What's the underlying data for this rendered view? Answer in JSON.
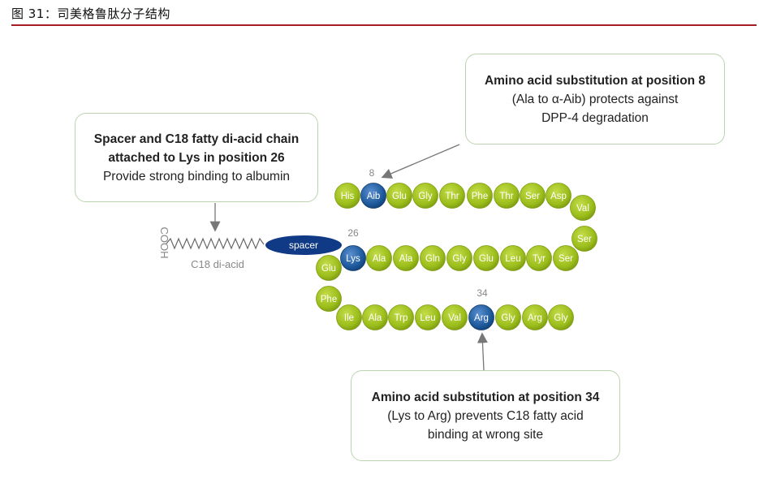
{
  "caption": "图 31：司美格鲁肽分子结构",
  "callouts": {
    "lys26": {
      "title_line1": "Spacer and C18 fatty di-acid chain",
      "title_line2": "attached to Lys in position 26",
      "body": "Provide strong binding to albumin"
    },
    "pos8": {
      "title": "Amino acid substitution at position 8",
      "body_line1": "(Ala to α-Aib) protects against",
      "body_line2": "DPP-4 degradation"
    },
    "pos34": {
      "title": "Amino acid substitution at position 34",
      "body_line1": "(Lys to Arg) prevents C18 fatty acid",
      "body_line2": "binding at wrong site"
    }
  },
  "chain_labels": {
    "cooh": "COOH",
    "c18": "C18 di-acid",
    "spacer": "spacer"
  },
  "position_labels": {
    "p8": "8",
    "p26": "26",
    "p34": "34"
  },
  "colors": {
    "residue_green": "#9bbd1a",
    "residue_highlight": "#1d5a9c",
    "spacer_fill": "#103a86",
    "callout_border": "#bcd3b0",
    "caption_rule": "#a61d24"
  },
  "residues": {
    "row1": [
      "His",
      "Aib",
      "Glu",
      "Gly",
      "Thr",
      "Phe",
      "Thr",
      "Ser",
      "Asp"
    ],
    "bend_right": [
      "Val",
      "Ser"
    ],
    "row2": [
      "Lys",
      "Ala",
      "Ala",
      "Gln",
      "Gly",
      "Glu",
      "Leu",
      "Tyr",
      "Ser"
    ],
    "bend_left": [
      "Glu",
      "Phe"
    ],
    "row3": [
      "Ile",
      "Ala",
      "Trp",
      "Leu",
      "Val",
      "Arg",
      "Gly",
      "Arg",
      "Gly"
    ],
    "highlighted": [
      "row1.1",
      "row2.0",
      "row3.5"
    ]
  }
}
